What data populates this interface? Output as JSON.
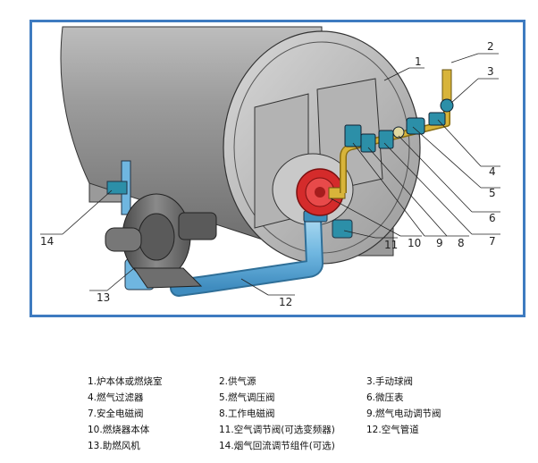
{
  "callouts": {
    "c1": "1",
    "c2": "2",
    "c3": "3",
    "c4": "4",
    "c5": "5",
    "c6": "6",
    "c7": "7",
    "c8": "8",
    "c9": "9",
    "c10": "10",
    "c11": "11",
    "c12": "12",
    "c13": "13",
    "c14": "14"
  },
  "legend": [
    "1.炉本体或燃烧室",
    "2.供气源",
    "3.手动球阀",
    "4.燃气过滤器",
    "5.燃气调压阀",
    "6.微压表",
    "7.安全电磁阀",
    "8.工作电磁阀",
    "9.燃气电动调节阀",
    "10.燃烧器本体",
    "11.空气调节阀(可选变频器)",
    "12.空气管道",
    "13.助燃风机",
    "14.烟气回流调节组件(可选)"
  ],
  "colors": {
    "frame": "#3e7bc0",
    "boiler_body": "#8a8a8a",
    "air_duct": "#6fb6e0",
    "burner": "#d42b2b",
    "gas_pipe": "#d8b43a",
    "valves": "#2c8fa8",
    "fan": "#6e6e6e"
  }
}
